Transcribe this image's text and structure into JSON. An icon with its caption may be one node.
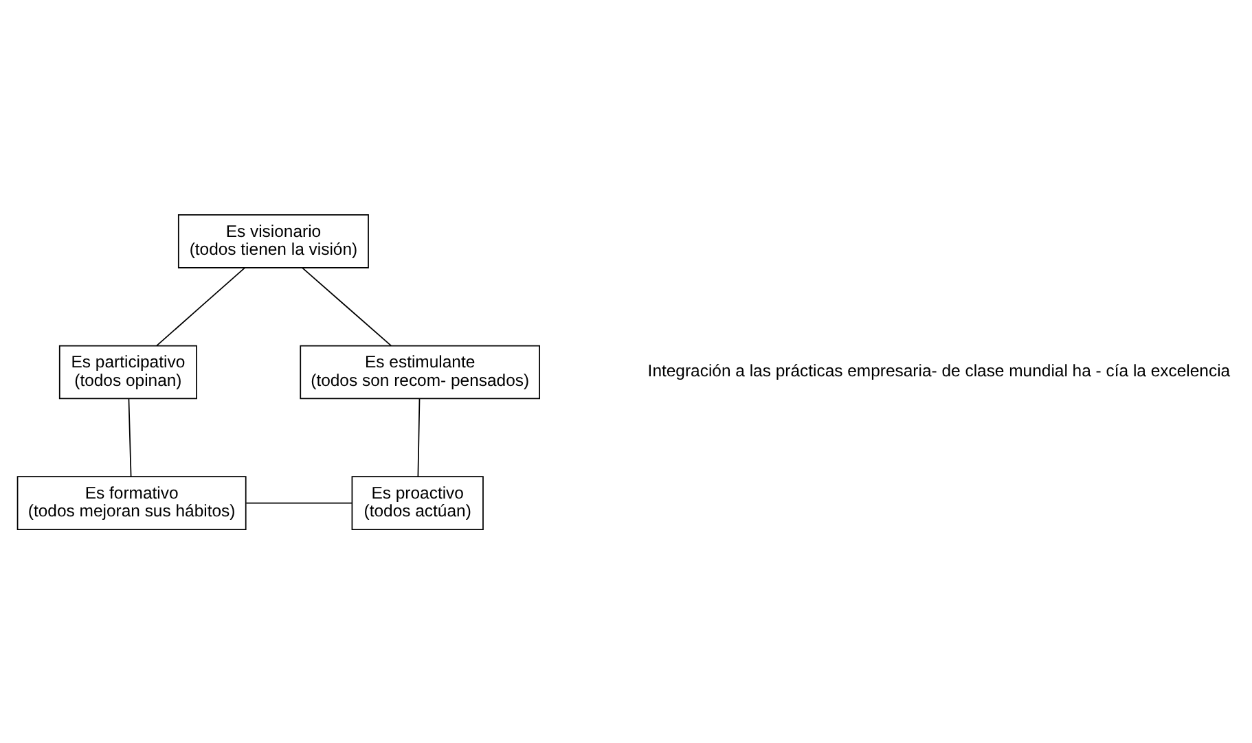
{
  "diagram": {
    "nodes": [
      {
        "text": [
          "Es visionario",
          "(todos tienen la visión)"
        ]
      },
      {
        "text": [
          "Es participativo",
          "(todos opinan)"
        ]
      },
      {
        "text": [
          "Es formativo",
          "(todos mejoran sus hábitos)"
        ]
      },
      {
        "text": [
          "Es proactivo",
          "(todos actúan)"
        ]
      },
      {
        "text": [
          "Es estimulante",
          "(todos son recom- pensados)"
        ]
      }
    ],
    "edges": [
      {
        "from": 0,
        "to": 1,
        "arrow": "none"
      },
      {
        "from": 1,
        "to": 2,
        "arrow": "none"
      },
      {
        "from": 2,
        "to": 3,
        "arrow": "none"
      },
      {
        "from": 3,
        "to": 4,
        "arrow": "none"
      },
      {
        "from": 4,
        "to": 0,
        "arrow": "none"
      }
    ],
    "labels": [
      "Integración a las prácticas empresaria- de clase mundial ha - cía la excelencia"
    ]
  }
}
